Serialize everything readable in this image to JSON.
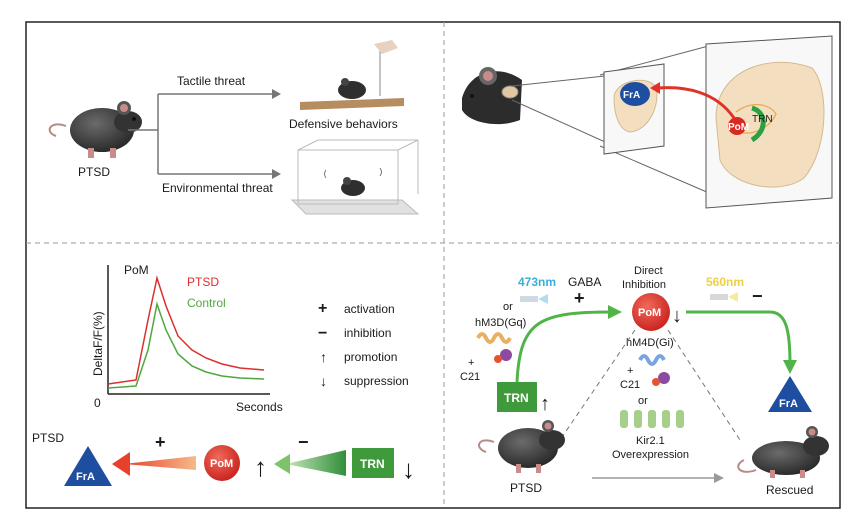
{
  "panel_a": {
    "subject": "PTSD",
    "tactile": "Tactile threat",
    "environmental": "Environmental threat",
    "defensive": "Defensive behaviors"
  },
  "panel_b": {
    "fra": "FrA",
    "pom": "PoM",
    "trn": "TRN"
  },
  "panel_c": {
    "region": "PoM",
    "ylabel": "DeltaF/F(%)",
    "xlabel": "Seconds",
    "origin": "0",
    "legend": [
      "PTSD",
      "Control"
    ],
    "symbols": [
      {
        "sym": "+",
        "label": "activation"
      },
      {
        "sym": "−",
        "label": "inhibition"
      },
      {
        "sym": "↑",
        "label": "promotion"
      },
      {
        "sym": "↓",
        "label": "suppression"
      }
    ],
    "circuit": {
      "condition": "PTSD",
      "fra": "FrA",
      "plus": "+",
      "pom": "PoM",
      "up": "↑",
      "minus": "−",
      "trn": "TRN",
      "down": "↓"
    },
    "colors": {
      "ptsd": "#d9302b",
      "control": "#4fa83d"
    }
  },
  "panel_d": {
    "wave473": "473nm",
    "gaba": "GABA",
    "plus": "+",
    "or1": "or",
    "hm3d": "hM3D(Gq)",
    "plusc21a": "+",
    "c21a": "C21",
    "trn": "TRN",
    "trn_arrow": "↑",
    "direct": "Direct",
    "inhibition": "Inhibition",
    "pom": "PoM",
    "pom_arrow": "↓",
    "wave560": "560nm",
    "minus": "−",
    "hm4d": "hM4D(Gi)",
    "plusc21b": "+",
    "c21b": "C21",
    "or2": "or",
    "kir": "Kir2.1",
    "overexpression": "Overexpression",
    "fra": "FrA",
    "ptsd": "PTSD",
    "rescued": "Rescued",
    "colors": {
      "wave473": "#3aaed8",
      "wave560": "#f0d040"
    }
  }
}
